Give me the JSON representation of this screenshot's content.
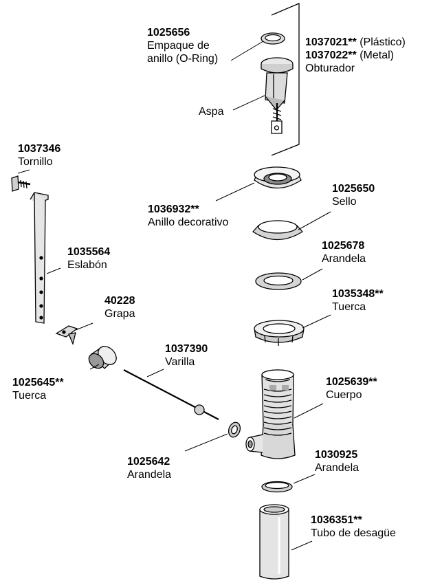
{
  "parts": {
    "oring": {
      "number": "1025656",
      "name_line1": "Empaque de",
      "name_line2": "anillo (O-Ring)"
    },
    "stopper_plastic": {
      "number": "1037021**",
      "note": "(Plástico)"
    },
    "stopper_metal": {
      "number": "1037022**",
      "note": "(Metal)"
    },
    "stopper": {
      "name": "Obturador"
    },
    "aspa": {
      "name": "Aspa"
    },
    "screw": {
      "number": "1037346",
      "name": "Tornillo"
    },
    "flange": {
      "number": "1036932**",
      "name": "Anillo decorativo"
    },
    "seal": {
      "number": "1025650",
      "name": "Sello"
    },
    "washer1": {
      "number": "1025678",
      "name": "Arandela"
    },
    "link": {
      "number": "1035564",
      "name": "Eslabón"
    },
    "nut_top": {
      "number": "1035348**",
      "name": "Tuerca"
    },
    "clip": {
      "number": "40228",
      "name": "Grapa"
    },
    "rod": {
      "number": "1037390",
      "name": "Varilla"
    },
    "body": {
      "number": "1025639**",
      "name": "Cuerpo"
    },
    "nut_side": {
      "number": "1025645**",
      "name": "Tuerca"
    },
    "washer_side": {
      "number": "1025642",
      "name": "Arandela"
    },
    "washer_bottom": {
      "number": "1030925",
      "name": "Arandela"
    },
    "tailpiece": {
      "number": "1036351**",
      "name": "Tubo de desagüe"
    }
  },
  "colors": {
    "line": "#000000",
    "fill": "#ffffff",
    "shade": "#cfcfcf",
    "dark": "#8a8a8a"
  }
}
